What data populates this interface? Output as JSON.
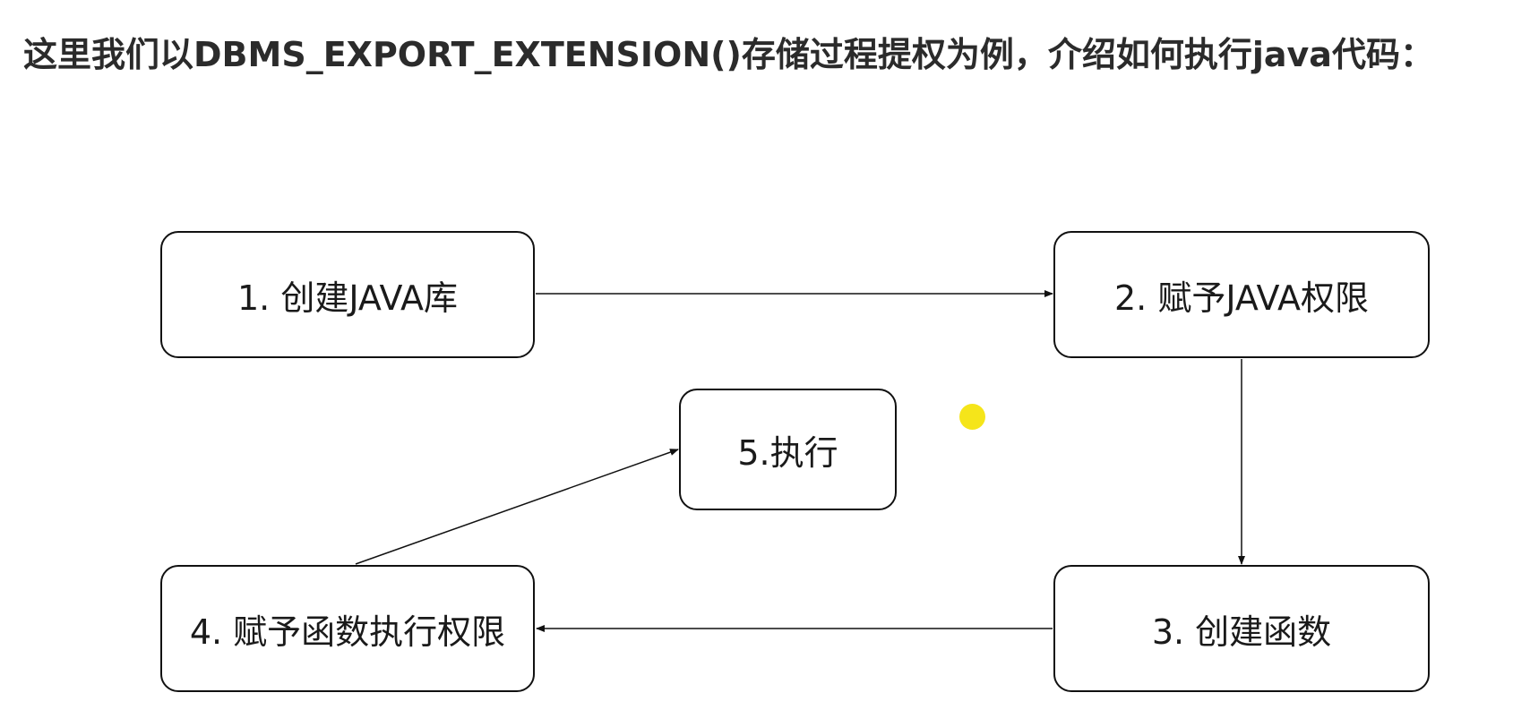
{
  "heading": "这里我们以DBMS_EXPORT_EXTENSION()存储过程提权为例，介绍如何执行java代码：",
  "nodes": {
    "n1": "1. 创建JAVA库",
    "n2": "2. 赋予JAVA权限",
    "n3": "3. 创建函数",
    "n4": "4. 赋予函数执行权限",
    "n5": "5.执行"
  },
  "edges": [
    {
      "from": "n1",
      "to": "n2"
    },
    {
      "from": "n2",
      "to": "n3"
    },
    {
      "from": "n3",
      "to": "n4"
    },
    {
      "from": "n4",
      "to": "n5"
    }
  ],
  "colors": {
    "stroke": "#111111",
    "pointer": "#f5e51a"
  }
}
